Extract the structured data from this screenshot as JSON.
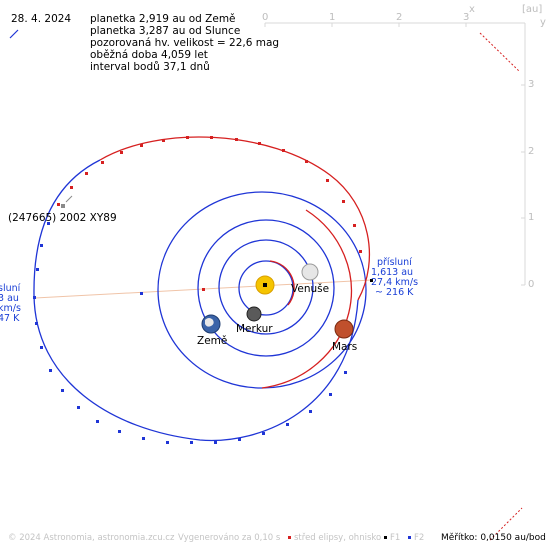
{
  "header": {
    "date": "28. 4. 2024",
    "lines": [
      "planetka 2,919 au od Země",
      "planetka 3,287 au od Slunce",
      "pozorovaná hv. velikost = 22,6 mag",
      "oběžná doba 4,059 let",
      "interval bodů 37,1 dnů"
    ]
  },
  "axes": {
    "x_ticks": [
      "0",
      "1",
      "2",
      "3"
    ],
    "x_label": "x",
    "unit": "[au]",
    "y_ticks": [
      "3",
      "2",
      "1",
      "0"
    ],
    "y_label": "y"
  },
  "labels": {
    "asteroid": "(247665) 2002 XY89",
    "venus": "Venuše",
    "mercury": "Merkur",
    "earth": "Země",
    "mars": "Mars"
  },
  "perihelion": {
    "title": "přísluní",
    "dist": "1,613 au",
    "speed": "27,4 km/s",
    "temp": "~ 216 K"
  },
  "aphelion_partial": {
    "title": "sluní",
    "dist": "3 au",
    "speed": "km/s",
    "temp": "47 K"
  },
  "footer": {
    "copyright": "© 2024 Astronomia, astronomia.zcu.cz",
    "generated": "Vygenerováno za 0,10 s",
    "legend": [
      "střed elipsy, ohnisko",
      "F1",
      "F2"
    ],
    "scale": "Měřítko: 0,0150 au/bod"
  },
  "colors": {
    "sun": "#f5c400",
    "orbit_blue": "#1f35d6",
    "orbit_red": "#d62020",
    "mars": "#c0502c",
    "line_axis": "#f0c4a8"
  }
}
